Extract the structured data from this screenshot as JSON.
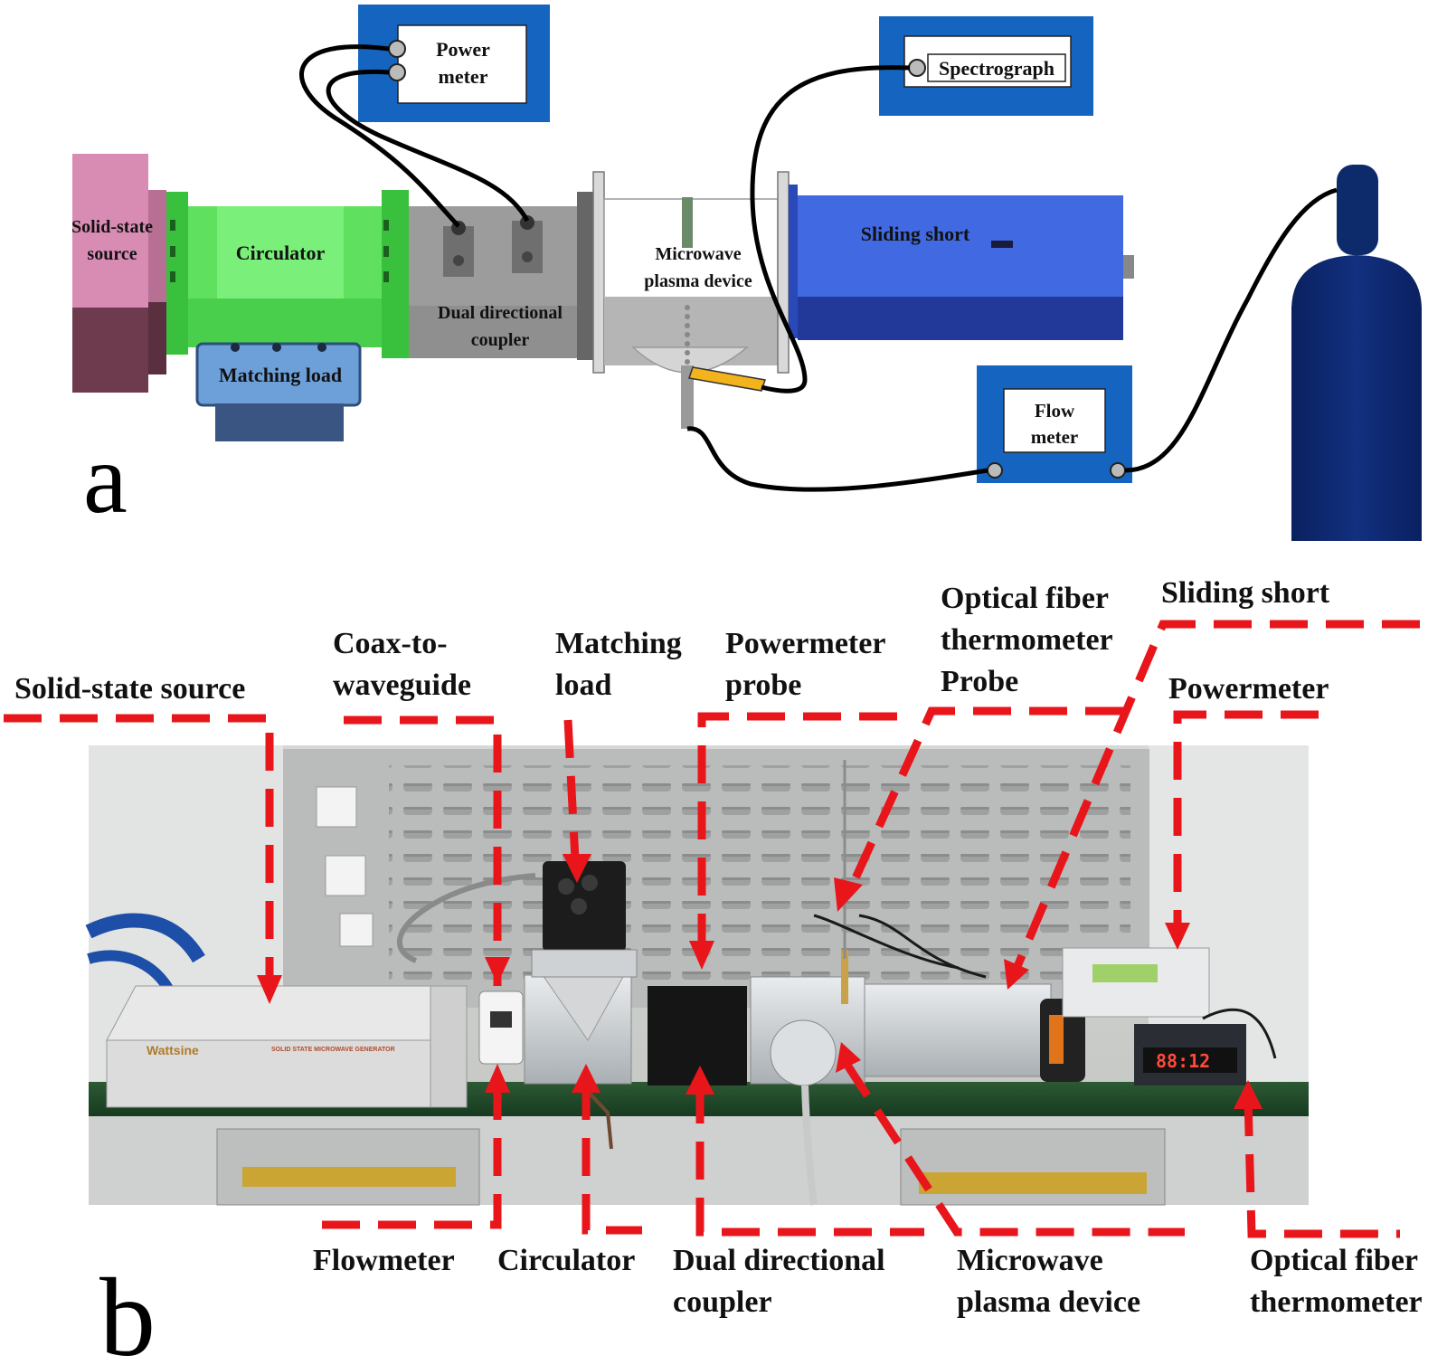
{
  "panel_a": {
    "letter": "a",
    "labels": {
      "power_meter_line1": "Power",
      "power_meter_line2": "meter",
      "spectrograph": "Spectrograph",
      "solid_state_line1": "Solid-state",
      "solid_state_line2": "source",
      "circulator": "Circulator",
      "matching_load": "Matching load",
      "dual_coupler_line1": "Dual directional",
      "dual_coupler_line2": "coupler",
      "microwave_line1": "Microwave",
      "microwave_line2": "plasma device",
      "sliding_short": "Sliding short",
      "flow_meter_line1": "Flow",
      "flow_meter_line2": "meter"
    },
    "colors": {
      "instrument_frame": "#1565c0",
      "solid_state_top": "#d98cb3",
      "solid_state_bottom": "#6e3a4e",
      "circulator": "#5fe05f",
      "matching_load": "#6d9fd8",
      "coupler": "#8f8f8f",
      "sliding_short": "#3f63d9",
      "gas_cylinder": "#0d2a6b"
    }
  },
  "panel_b": {
    "letter": "b",
    "top_labels": {
      "solid_state_source": "Solid-state source",
      "coax_line1": "Coax-to-",
      "coax_line2": "waveguide",
      "matching_line1": "Matching",
      "matching_line2": "load",
      "probe_line1": "Powermeter",
      "probe_line2": "probe",
      "fiber_probe_line1": "Optical fiber",
      "fiber_probe_line2": "thermometer",
      "fiber_probe_line3": "Probe",
      "sliding_short": "Sliding short",
      "powermeter": "Powermeter"
    },
    "bottom_labels": {
      "flowmeter": "Flowmeter",
      "circulator": "Circulator",
      "dual_line1": "Dual directional",
      "dual_line2": "coupler",
      "microwave_line1": "Microwave",
      "microwave_line2": "plasma device",
      "fiber_line1": "Optical fiber",
      "fiber_line2": "thermometer"
    },
    "photo_text": {
      "brand": "Wattsine",
      "generator": "SOLID STATE MICROWAVE GENERATOR",
      "display": "88:12"
    },
    "colors": {
      "callout": "#e8161b"
    }
  }
}
